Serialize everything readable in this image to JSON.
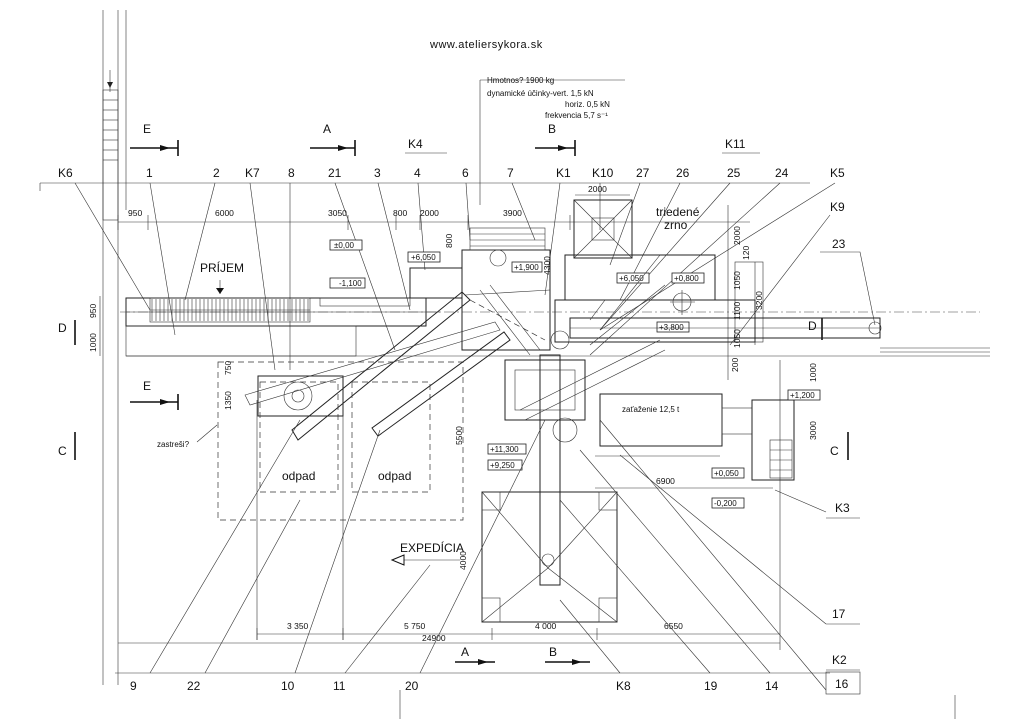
{
  "header": {
    "website": "www.ateliersykora.sk"
  },
  "notes": {
    "weight": "Hmotnos? 1900 kg",
    "dynamic_vert": "dynamické účinky-vert. 1,5 kN",
    "dynamic_horiz": "horiz. 0,5 kN",
    "frequency": "frekvencia 5,7 s⁻¹",
    "zaťaženie": "zaťaženie 12,5 t"
  },
  "section_marks": {
    "E": "E",
    "A": "A",
    "B": "B",
    "C": "C",
    "D": "D"
  },
  "top_labels": [
    "K6",
    "1",
    "2",
    "K7",
    "8",
    "21",
    "3",
    "K4",
    "4",
    "6",
    "7",
    "K1",
    "K10",
    "27",
    "26",
    "K11",
    "25",
    "24",
    "K5",
    "K9",
    "23"
  ],
  "right_labels": [
    "K3",
    "17",
    "K2",
    "16"
  ],
  "bottom_labels": [
    "9",
    "22",
    "10",
    "11",
    "20",
    "K8",
    "19",
    "14"
  ],
  "area_labels": {
    "prijem": "PRÍJEM",
    "triedene": "triedené",
    "zrno": "zrno",
    "odpad_1": "odpad",
    "odpad_2": "odpad",
    "expedicia": "EXPEDÍCIA",
    "zastresi": "zastreši?"
  },
  "dimensions": {
    "d950_top": "950",
    "d6000": "6000",
    "d3050": "3050",
    "d800": "800",
    "d2000_a": "2000",
    "d3900": "3900",
    "d2000_b": "2000",
    "d1000": "1000",
    "d950_left": "950",
    "d750": "750",
    "d1350": "1350",
    "d5500": "5500",
    "d4000": "4000",
    "d3350": "3 350",
    "d5750": "5 750",
    "d4000_b": "4 000",
    "d6550": "6550",
    "d24900": "24900",
    "d6900": "6900",
    "d3000": "3000",
    "d1000_r": "1000",
    "d200": "200",
    "d3200": "3200",
    "d1050": "1050",
    "d1100": "1100",
    "d800_v": "800",
    "d4300": "4300",
    "d2000_v": "2000",
    "d120": "120",
    "d1050_b": "1050"
  },
  "levels": {
    "l000": "±0,00",
    "l1100": "-1,100",
    "l6050": "+6,050",
    "l1900": "+1,900",
    "l6050b": "+6,050",
    "l0800": "+0,800",
    "l3800": "+3,800",
    "l1200": "+1,200",
    "l11300": "+11,300",
    "l9250": "+9,250",
    "l0050": "+0,050",
    "l0200": "-0,200"
  }
}
